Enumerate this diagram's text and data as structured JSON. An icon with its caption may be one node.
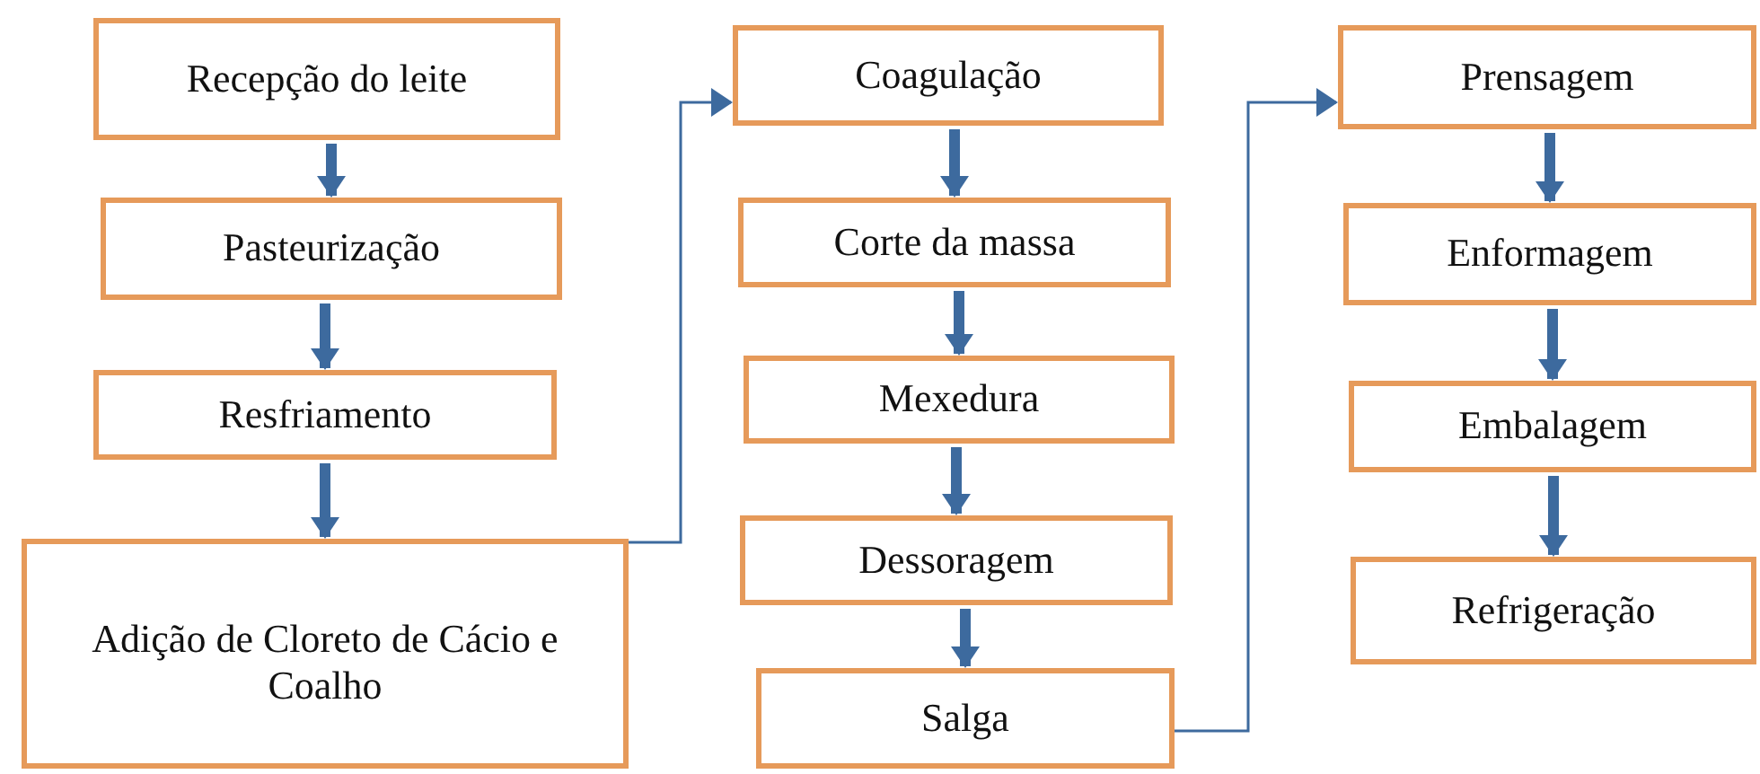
{
  "diagram": {
    "nodes": [
      {
        "text": [
          "Recepção do leite"
        ]
      },
      {
        "text": [
          "Pasteurização"
        ]
      },
      {
        "text": [
          "Resfriamento"
        ]
      },
      {
        "text": [
          "Adição de Cloreto de Cácio e Coalho"
        ]
      },
      {
        "text": [
          "Coagulação"
        ]
      },
      {
        "text": [
          "Corte da massa"
        ]
      },
      {
        "text": [
          "Mexedura"
        ]
      },
      {
        "text": [
          "Dessoragem"
        ]
      },
      {
        "text": [
          "Salga"
        ]
      },
      {
        "text": [
          "Prensagem"
        ]
      },
      {
        "text": [
          "Enformagem"
        ]
      },
      {
        "text": [
          "Embalagem"
        ]
      },
      {
        "text": [
          "Refrigeração"
        ]
      }
    ],
    "edges": [
      {
        "from": 0,
        "to": 1,
        "arrow": "to"
      },
      {
        "from": 1,
        "to": 2,
        "arrow": "to"
      },
      {
        "from": 2,
        "to": 3,
        "arrow": "to"
      },
      {
        "from": 3,
        "to": 4,
        "arrow": "to"
      },
      {
        "from": 4,
        "to": 5,
        "arrow": "to"
      },
      {
        "from": 5,
        "to": 6,
        "arrow": "to"
      },
      {
        "from": 6,
        "to": 7,
        "arrow": "to"
      },
      {
        "from": 7,
        "to": 8,
        "arrow": "to"
      },
      {
        "from": 8,
        "to": 9,
        "arrow": "to"
      },
      {
        "from": 9,
        "to": 10,
        "arrow": "to"
      },
      {
        "from": 10,
        "to": 11,
        "arrow": "to"
      },
      {
        "from": 11,
        "to": 12,
        "arrow": "to"
      }
    ]
  }
}
